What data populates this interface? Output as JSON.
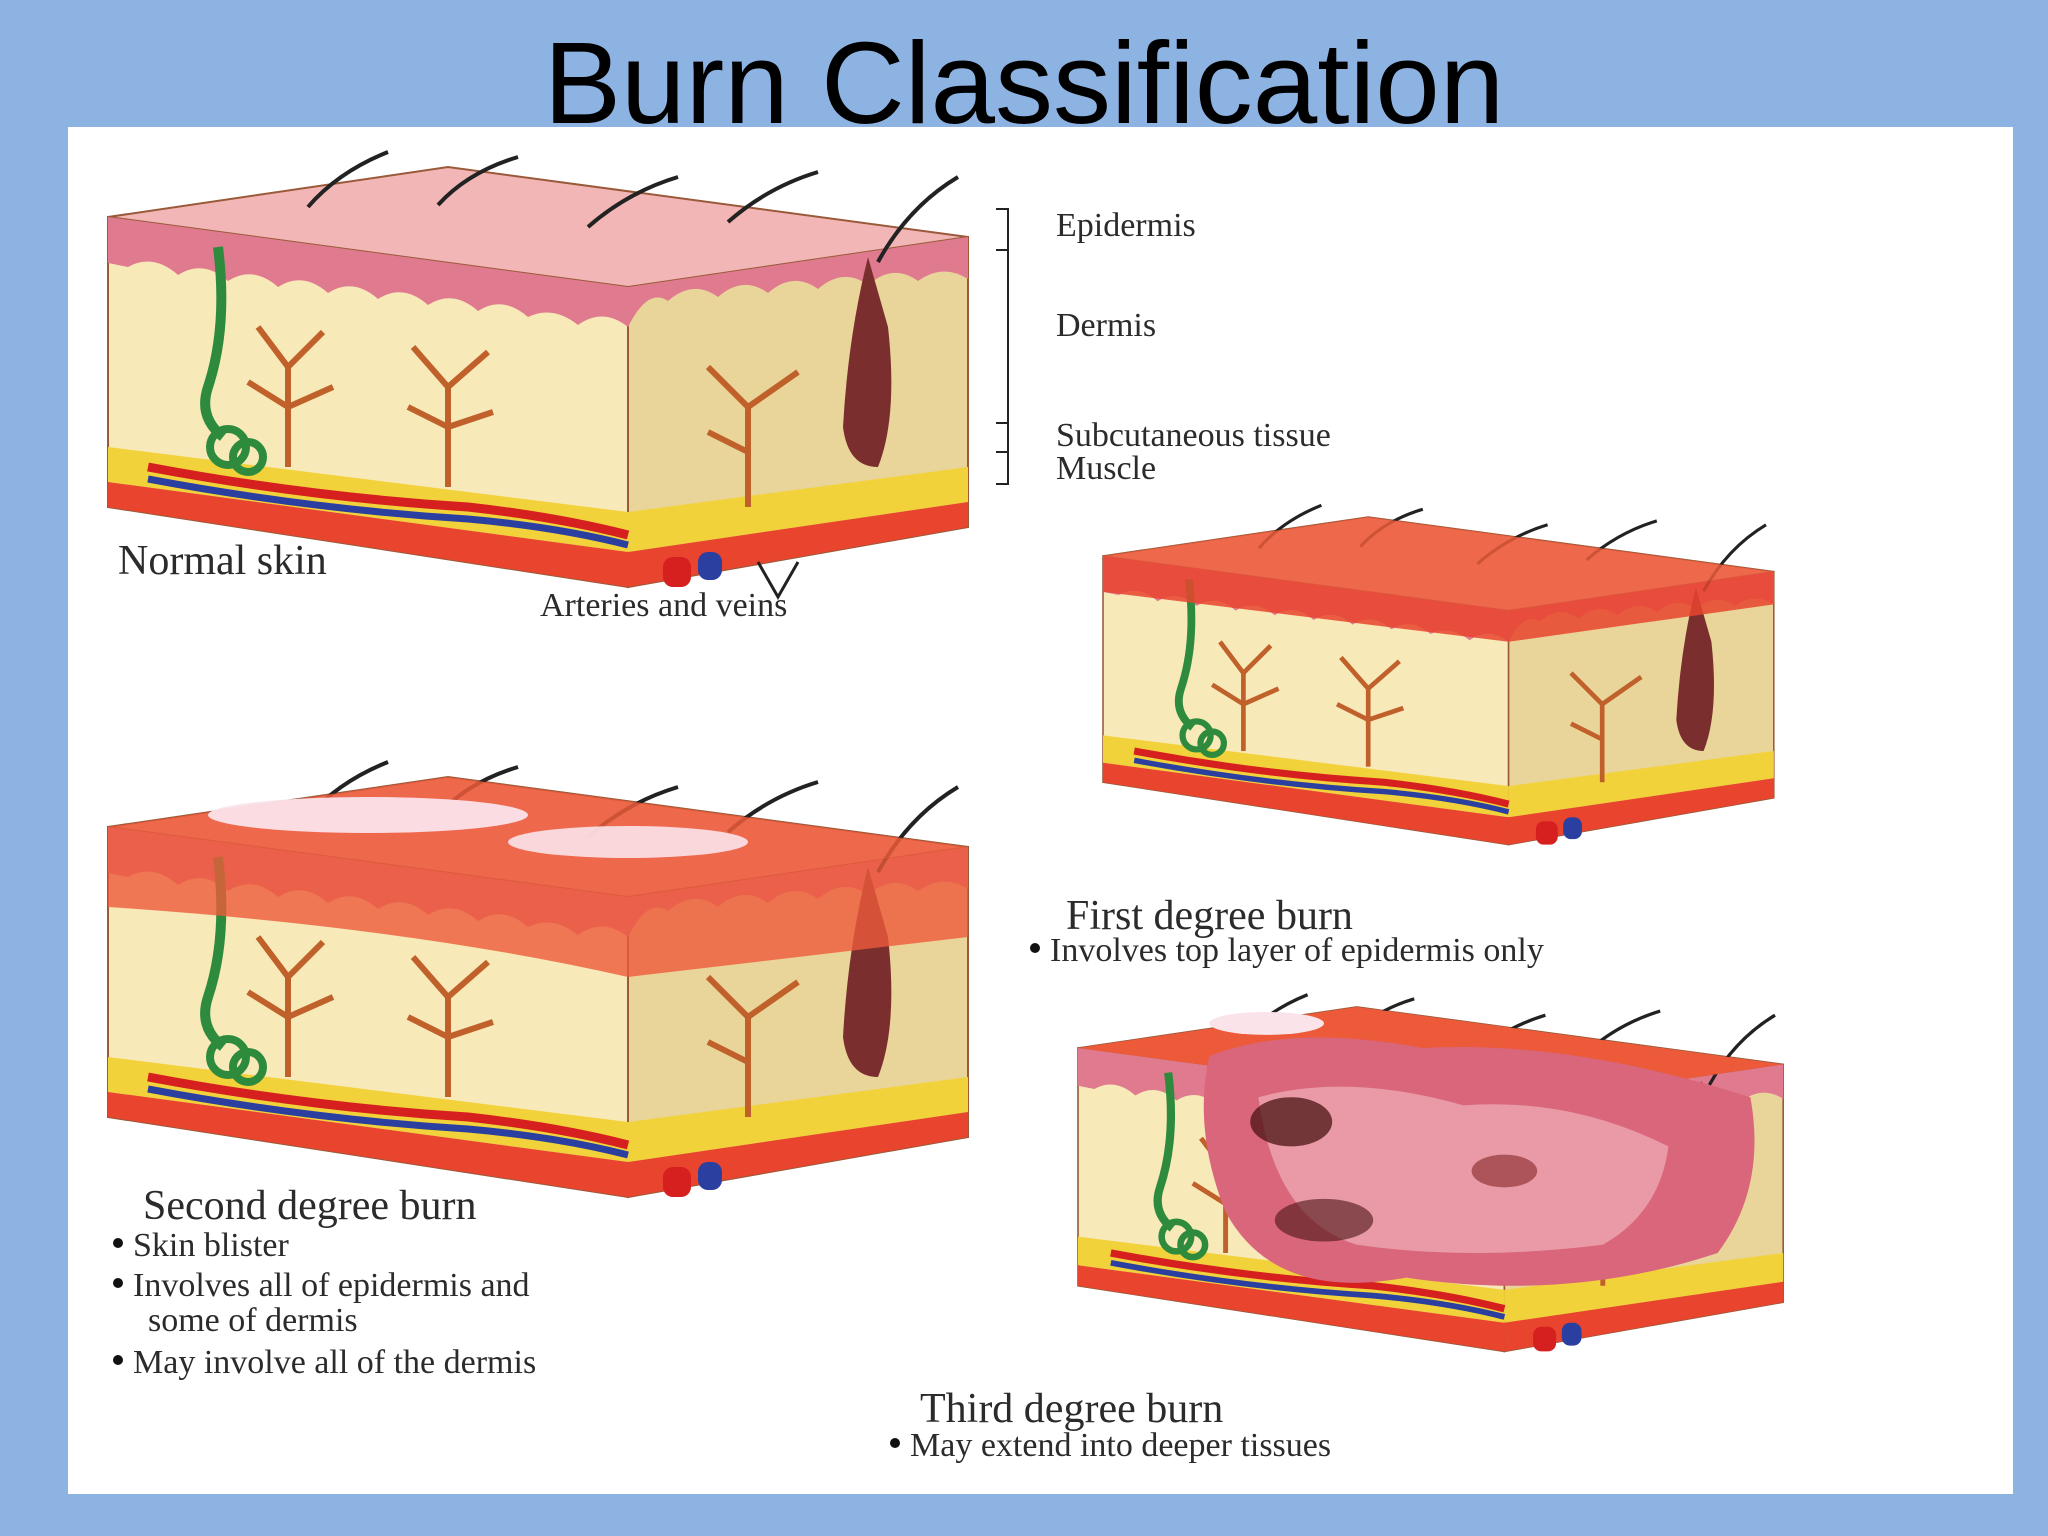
{
  "title": "Burn Classification",
  "colors": {
    "slide_background": "#8db3e2",
    "panel_background": "#ffffff",
    "epidermis_normal": "#e07a8e",
    "burn_red": "#e8442e",
    "dermis_cream": "#f7e9b8",
    "fat_yellow": "#f2d23a",
    "artery": "#d62020",
    "vein": "#2a3fa0",
    "sweat_gland": "#2e8b3e"
  },
  "layers": {
    "epidermis": "Epidermis",
    "dermis": "Dermis",
    "subcutaneous": "Subcutaneous tissue",
    "muscle": "Muscle"
  },
  "normal": {
    "label": "Normal skin",
    "vessels_label": "Arteries and veins"
  },
  "first": {
    "title": "First degree burn",
    "bullets": [
      "Involves top layer of epidermis only"
    ]
  },
  "second": {
    "title": "Second degree burn",
    "bullets": [
      "Skin blister",
      "Involves all of epidermis and",
      "May involve all of the dermis"
    ],
    "bullet_2_continued": "some of dermis"
  },
  "third": {
    "title": "Third degree burn",
    "bullets": [
      "May extend into deeper tissues"
    ]
  }
}
